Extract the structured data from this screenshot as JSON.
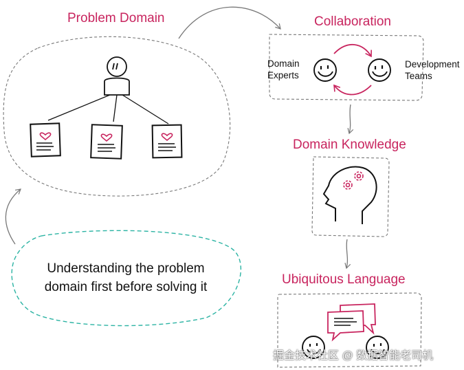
{
  "labels": {
    "problem_domain": "Problem Domain",
    "collaboration": "Collaboration",
    "domain_knowledge": "Domain Knowledge",
    "ubiquitous_language": "Ubiquitous Language",
    "domain_experts_line1": "Domain",
    "domain_experts_line2": "Experts",
    "development_teams_line1": "Development",
    "development_teams_line2": "Teams",
    "note_line1": "Understanding the problem",
    "note_line2": "domain first before solving it"
  },
  "watermark": "掘金技术社区 @ 数据智能老司机",
  "colors": {
    "accent": "#c8245e",
    "note_border": "#2bb3a3",
    "dashed_border": "#777777",
    "ink": "#111111"
  }
}
